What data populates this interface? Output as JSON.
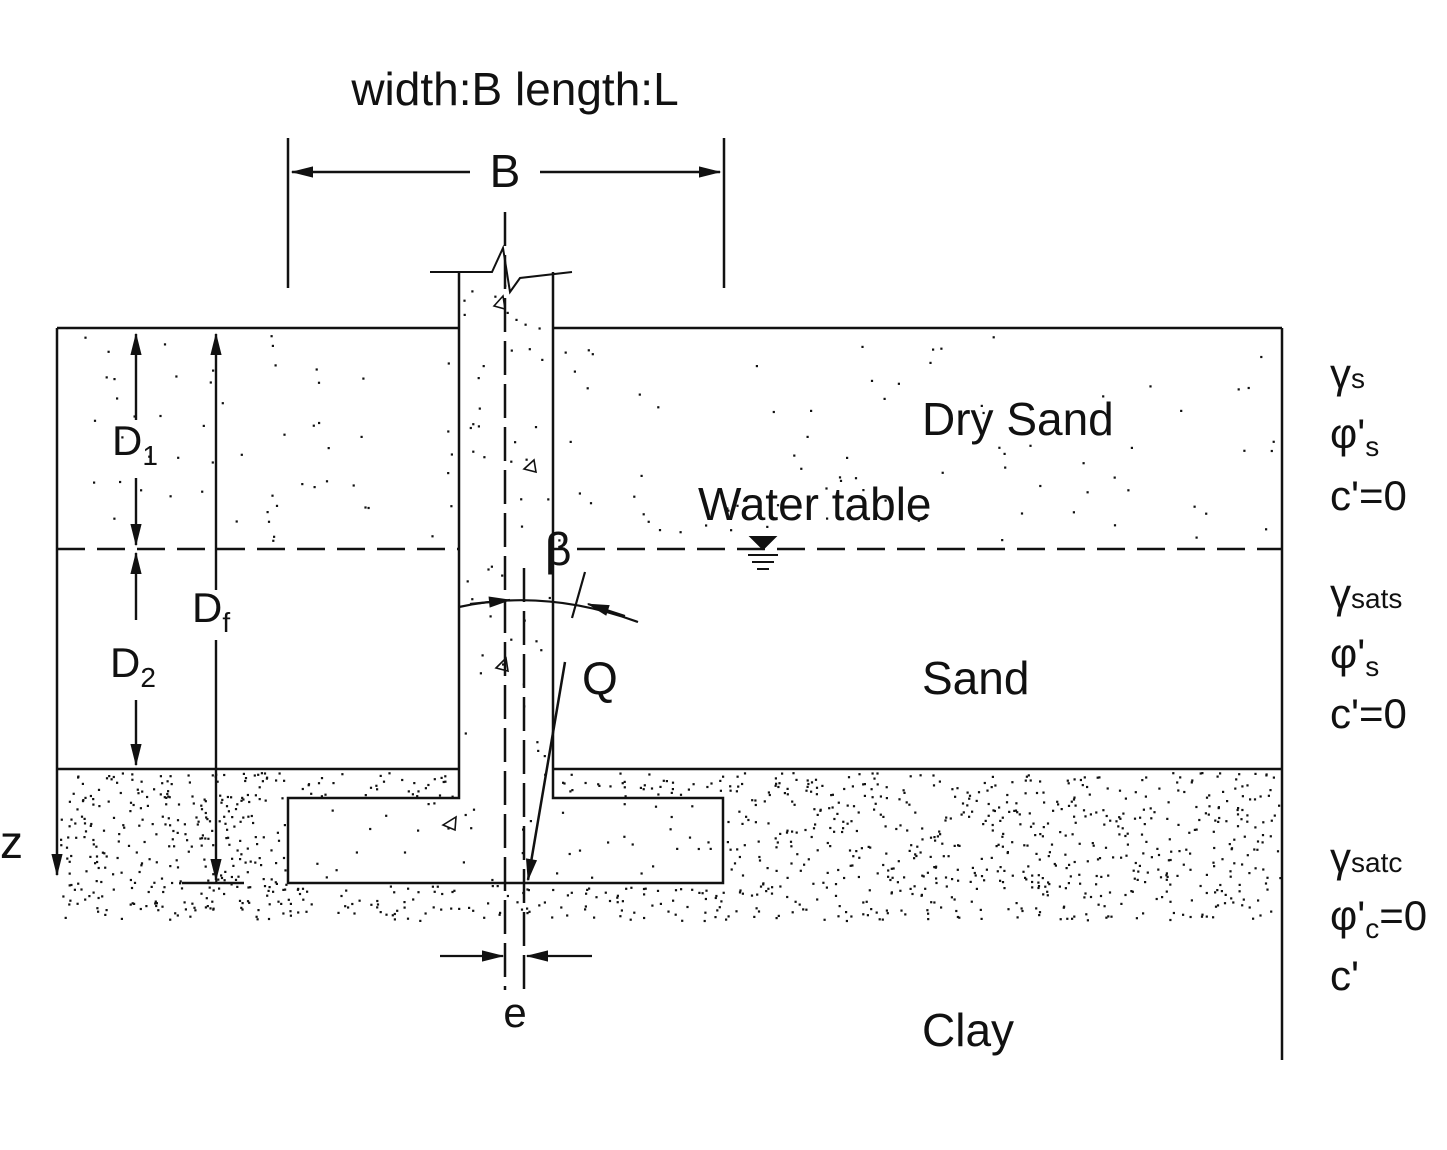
{
  "title": "width:B length:L",
  "dims": {
    "B": "B",
    "D1": "D",
    "D1_sub": "1",
    "D2": "D",
    "D2_sub": "2",
    "Df": "D",
    "Df_sub": "f",
    "e": "e",
    "beta": "β",
    "Q": "Q",
    "z": "z"
  },
  "layers": {
    "dry_sand": "Dry Sand",
    "water_table": "Water table",
    "sand": "Sand",
    "clay": "Clay"
  },
  "props": {
    "dry": {
      "gamma": "γ",
      "gamma_sub": "s",
      "phi": "φ'",
      "phi_sub": "s",
      "c": "c'=0"
    },
    "sat": {
      "gamma": "γ",
      "gamma_sub": "sats",
      "phi": "φ'",
      "phi_sub": "s",
      "c": "c'=0"
    },
    "clay": {
      "gamma": "γ",
      "gamma_sub": "satc",
      "phi": "φ'",
      "phi_sub": "c",
      "phi_tail": "=0",
      "c": "c'"
    }
  },
  "colors": {
    "line": "#111111",
    "background": "#ffffff"
  }
}
